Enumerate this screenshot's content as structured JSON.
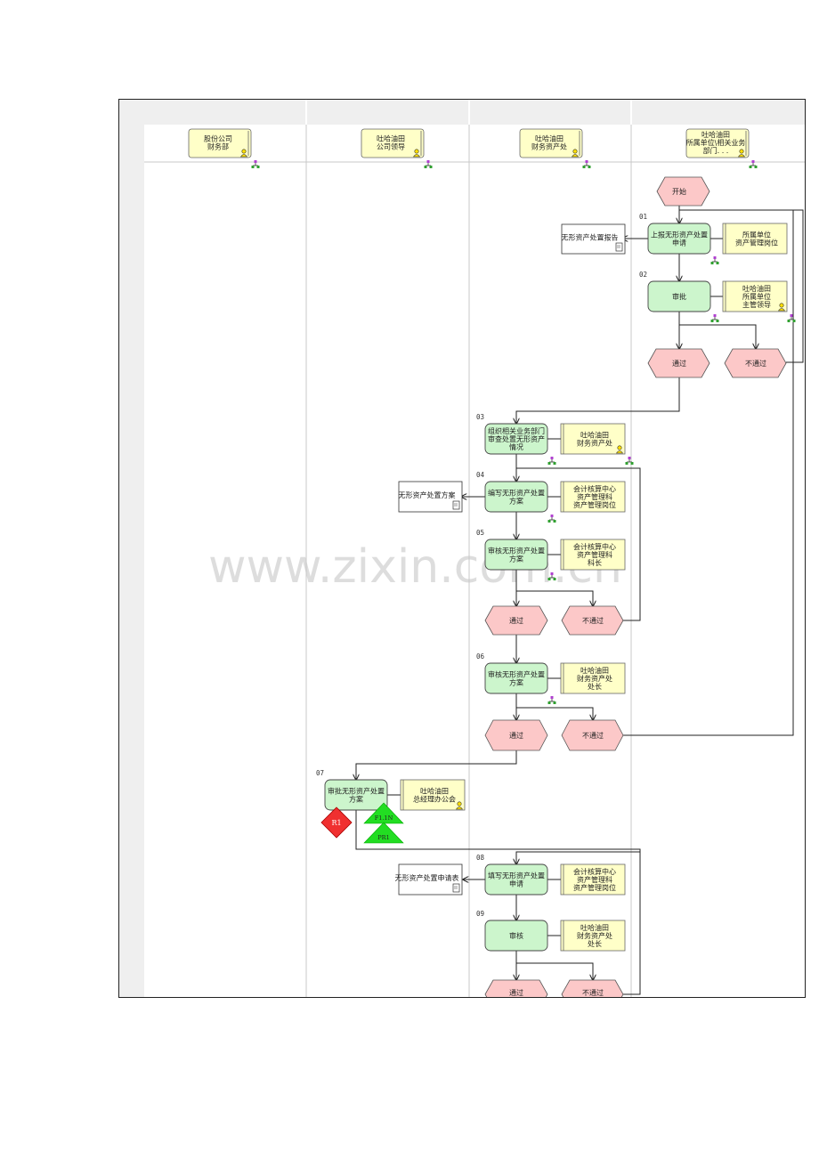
{
  "lanes": [
    {
      "title": "股份公司\n财务部"
    },
    {
      "title": "吐哈油田\n公司领导"
    },
    {
      "title": "吐哈油田\n财务资产处"
    },
    {
      "title": "吐哈油田\n所属单位\\相关业务\n部门. . ."
    }
  ],
  "events": {
    "start": "开始",
    "pass_1": "通过",
    "fail_1": "不通过",
    "pass_2": "通过",
    "fail_2": "不通过",
    "pass_3": "通过",
    "fail_3": "不通过",
    "pass_4": "通过",
    "fail_4": "不通过"
  },
  "steps": [
    {
      "num": "01",
      "label": "上报无形资产处置\n申请",
      "role": "所属单位\n资产管理岗位",
      "doc": "无形资产处置报告"
    },
    {
      "num": "02",
      "label": "审批",
      "role": "吐哈油田\n所属单位\n主管领导"
    },
    {
      "num": "03",
      "label": "组织相关业务部门\n审查处置无形资产\n情况",
      "role": "吐哈油田\n财务资产处"
    },
    {
      "num": "04",
      "label": "编写无形资产处置\n方案",
      "role": "会计核算中心\n资产管理科\n资产管理岗位",
      "doc": "无形资产处置方案"
    },
    {
      "num": "05",
      "label": "审核无形资产处置\n方案",
      "role": "会计核算中心\n资产管理科\n科长"
    },
    {
      "num": "06",
      "label": "审核无形资产处置\n方案",
      "role": "吐哈油田\n财务资产处\n处长"
    },
    {
      "num": "07",
      "label": "审批无形资产处置\n方案",
      "role": "吐哈油田\n总经理办公会"
    },
    {
      "num": "08",
      "label": "填写无形资产处置\n申请",
      "role": "会计核算中心\n资产管理科\n资产管理岗位",
      "doc": "无形资产处置申请表"
    },
    {
      "num": "09",
      "label": "审核",
      "role": "吐哈油田\n财务资产处\n处长"
    }
  ],
  "markers": {
    "risk": "R1",
    "tri_1": "F1.1N",
    "tri_2": "PR1"
  },
  "watermark": "www.zixin.com.cn",
  "colors": {
    "step_fill": "#ccf5cc",
    "event_fill": "#fcc8c8",
    "role_fill": "#ffffc8",
    "risk": "#f03030",
    "tri": "#22dd22"
  }
}
